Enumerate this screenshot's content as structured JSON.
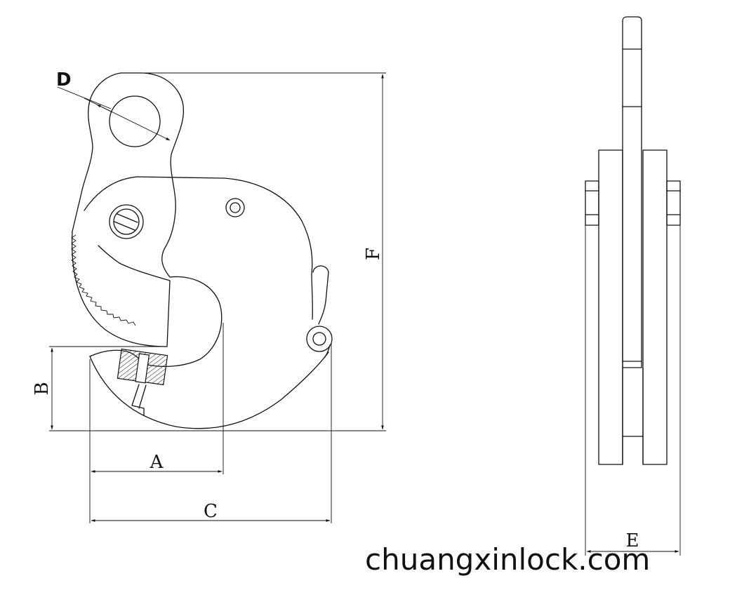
{
  "drawing": {
    "dimension_labels": {
      "a": "A",
      "b": "B",
      "c": "C",
      "d": "D",
      "e": "E",
      "f": "F"
    },
    "watermark": "chuangxinlock.com"
  }
}
